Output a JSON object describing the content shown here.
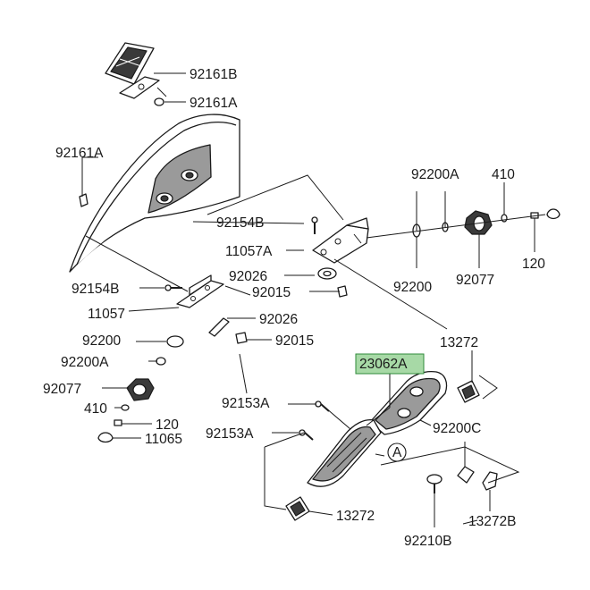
{
  "labels": {
    "l_92161B": "92161B",
    "l_92161A_top": "92161A",
    "l_92161A_left": "92161A",
    "l_92200A_right": "92200A",
    "l_410_right": "410",
    "l_92154B_right": "92154B",
    "l_11057A": "11057A",
    "l_92026_right": "92026",
    "l_92015_right": "92015",
    "l_92200_right": "92200",
    "l_92077_right": "92077",
    "l_120_right": "120",
    "l_92154B_left": "92154B",
    "l_11057": "11057",
    "l_92026_mid": "92026",
    "l_92200_left": "92200",
    "l_92015_mid": "92015",
    "l_13272_top": "13272",
    "l_92200A_left": "92200A",
    "l_23062A": "23062A",
    "l_92077_left": "92077",
    "l_92153A_a": "92153A",
    "l_410_left": "410",
    "l_120_left": "120",
    "l_92200C": "92200C",
    "l_11065": "11065",
    "l_92153A_b": "92153A",
    "l_A": "A",
    "l_13272_bottom": "13272",
    "l_13272B": "13272B",
    "l_92210B": "92210B"
  },
  "highlight_color": "#a7d9a6"
}
